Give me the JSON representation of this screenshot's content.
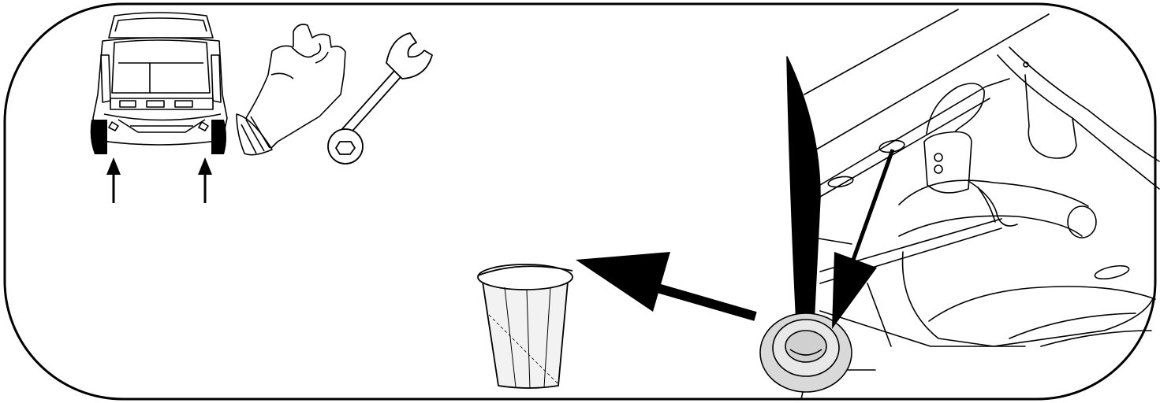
{
  "diagram": {
    "panels": [
      "car-rear-lifted",
      "protective-glove",
      "open-end-wrench",
      "underbody-drain-plug",
      "waste-bin"
    ],
    "colors": {
      "outline": "#000000",
      "background": "#ffffff",
      "grommet_fill": "#d9d9d9",
      "bin_fill": "#f2f2f2"
    }
  }
}
